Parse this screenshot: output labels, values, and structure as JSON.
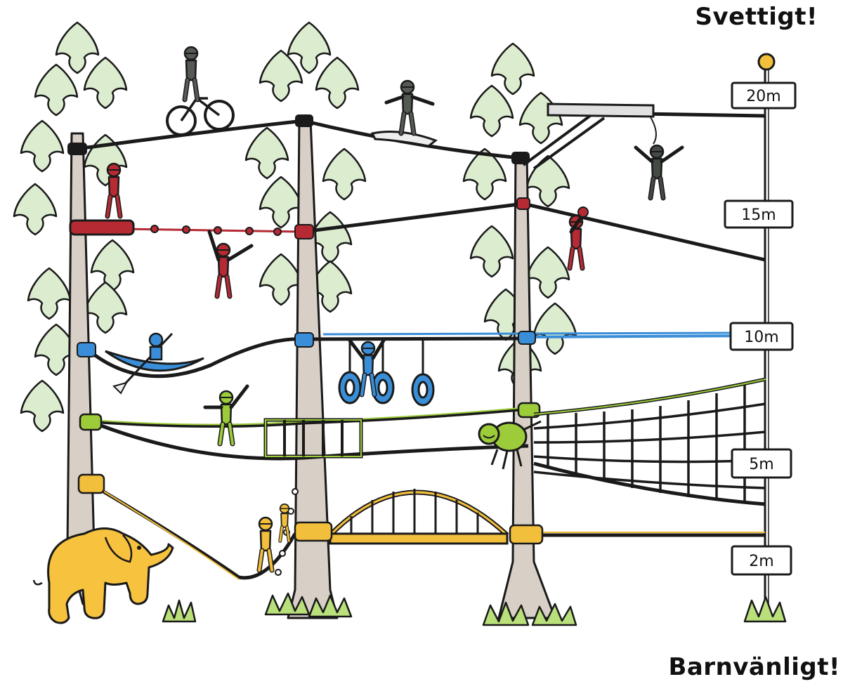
{
  "labels": {
    "top": "Svettigt!",
    "bottom": "Barnvänligt!"
  },
  "height_markers": [
    {
      "text": "20m"
    },
    {
      "text": "15m"
    },
    {
      "text": "10m"
    },
    {
      "text": "5m"
    },
    {
      "text": "2m"
    }
  ],
  "colors": {
    "level_20m": "#1a1a1a",
    "level_15m": "#b52a33",
    "level_10m": "#3a8ed8",
    "level_5m": "#9ccc3a",
    "level_2m": "#f2bf3c",
    "foliage": "#dbeccf",
    "trunk": "#d8cfc7",
    "grass": "#b9e07a",
    "elephant": "#f7c23e"
  },
  "icons": [
    "tree-icon",
    "elephant-icon",
    "person-icon",
    "bicycle-icon",
    "skateboard-icon",
    "kayak-icon",
    "ring-icon",
    "spider-icon",
    "cargo-net-icon",
    "bridge-icon",
    "grass-icon",
    "height-pole-icon"
  ]
}
